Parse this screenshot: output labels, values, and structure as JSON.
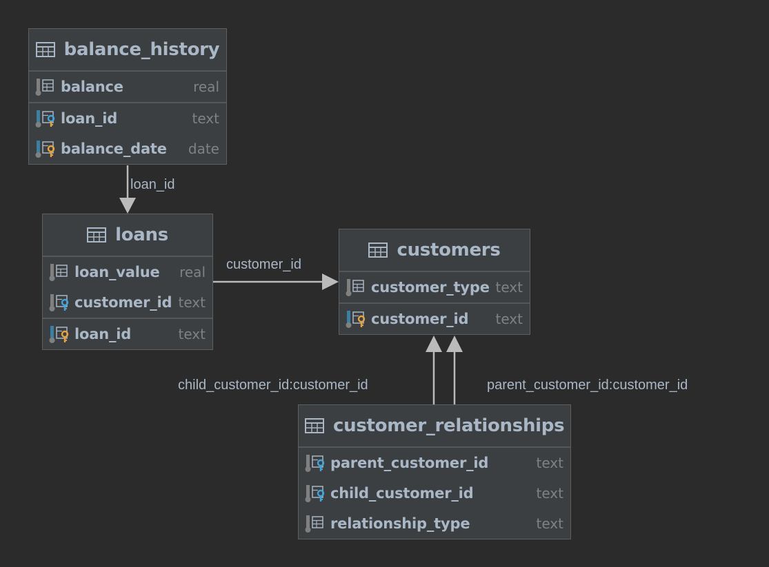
{
  "colors": {
    "background": "#2b2b2b",
    "entity_fill": "#3c3f41",
    "text": "#a9b7c6",
    "type_text": "#7f8183",
    "connector": "#bbbbbb",
    "foreign_key_icon": "#42a5d9",
    "primary_key_icon": "#e8a33d"
  },
  "tables": {
    "balance_history": {
      "name": "balance_history",
      "columns": [
        {
          "name": "balance",
          "type": "real",
          "key": "none"
        },
        {
          "name": "loan_id",
          "type": "text",
          "key": "foreign-primary"
        },
        {
          "name": "balance_date",
          "type": "date",
          "key": "primary"
        }
      ]
    },
    "loans": {
      "name": "loans",
      "columns": [
        {
          "name": "loan_value",
          "type": "real",
          "key": "none"
        },
        {
          "name": "customer_id",
          "type": "text",
          "key": "foreign"
        },
        {
          "name": "loan_id",
          "type": "text",
          "key": "primary"
        }
      ]
    },
    "customers": {
      "name": "customers",
      "columns": [
        {
          "name": "customer_type",
          "type": "text",
          "key": "none"
        },
        {
          "name": "customer_id",
          "type": "text",
          "key": "primary"
        }
      ]
    },
    "customer_relationships": {
      "name": "customer_relationships",
      "columns": [
        {
          "name": "parent_customer_id",
          "type": "text",
          "key": "foreign"
        },
        {
          "name": "child_customer_id",
          "type": "text",
          "key": "foreign"
        },
        {
          "name": "relationship_type",
          "type": "text",
          "key": "none"
        }
      ]
    }
  },
  "relationships": [
    {
      "from": "balance_history",
      "to": "loans",
      "label": "loan_id"
    },
    {
      "from": "loans",
      "to": "customers",
      "label": "customer_id"
    },
    {
      "from": "customer_relationships",
      "to": "customers",
      "label": "child_customer_id:customer_id"
    },
    {
      "from": "customer_relationships",
      "to": "customers",
      "label": "parent_customer_id:customer_id"
    }
  ],
  "icons": {
    "table": "table-icon",
    "column": "column-icon",
    "foreign_key": "foreign-key-column-icon",
    "primary_key": "primary-key-column-icon",
    "foreign_primary_key": "foreign-primary-key-column-icon"
  }
}
